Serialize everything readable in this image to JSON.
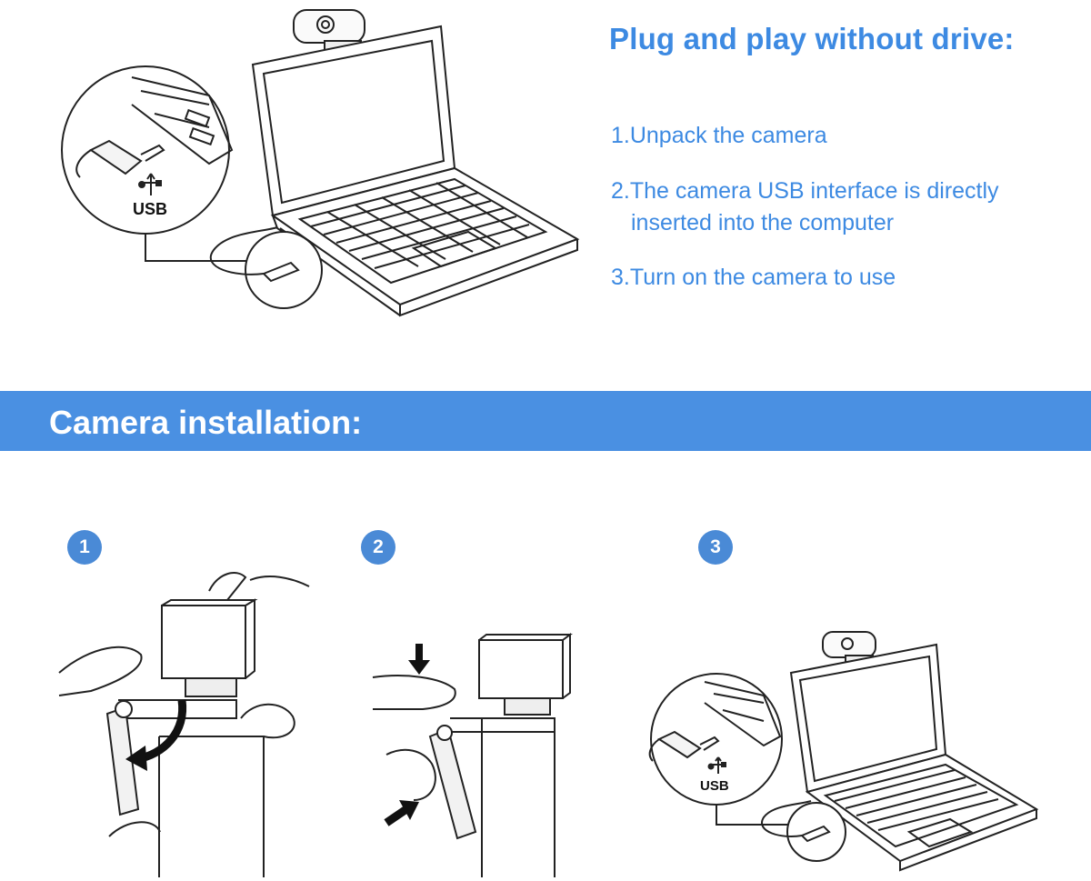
{
  "header": {
    "title": "Plug and play without drive:"
  },
  "steps": [
    "1.Unpack the camera",
    "2.The camera USB interface is directly",
    "inserted into the computer",
    "3.Turn on the camera to use"
  ],
  "banner": {
    "label": "Camera installation:",
    "color": "#4a90e2"
  },
  "install_steps": [
    "1",
    "2",
    "3"
  ],
  "usb_labels": {
    "top": "USB",
    "bottom": "USB"
  },
  "icons": [
    "usb-icon",
    "down-arrow-icon",
    "right-arrow-icon",
    "curved-arrow-icon"
  ]
}
